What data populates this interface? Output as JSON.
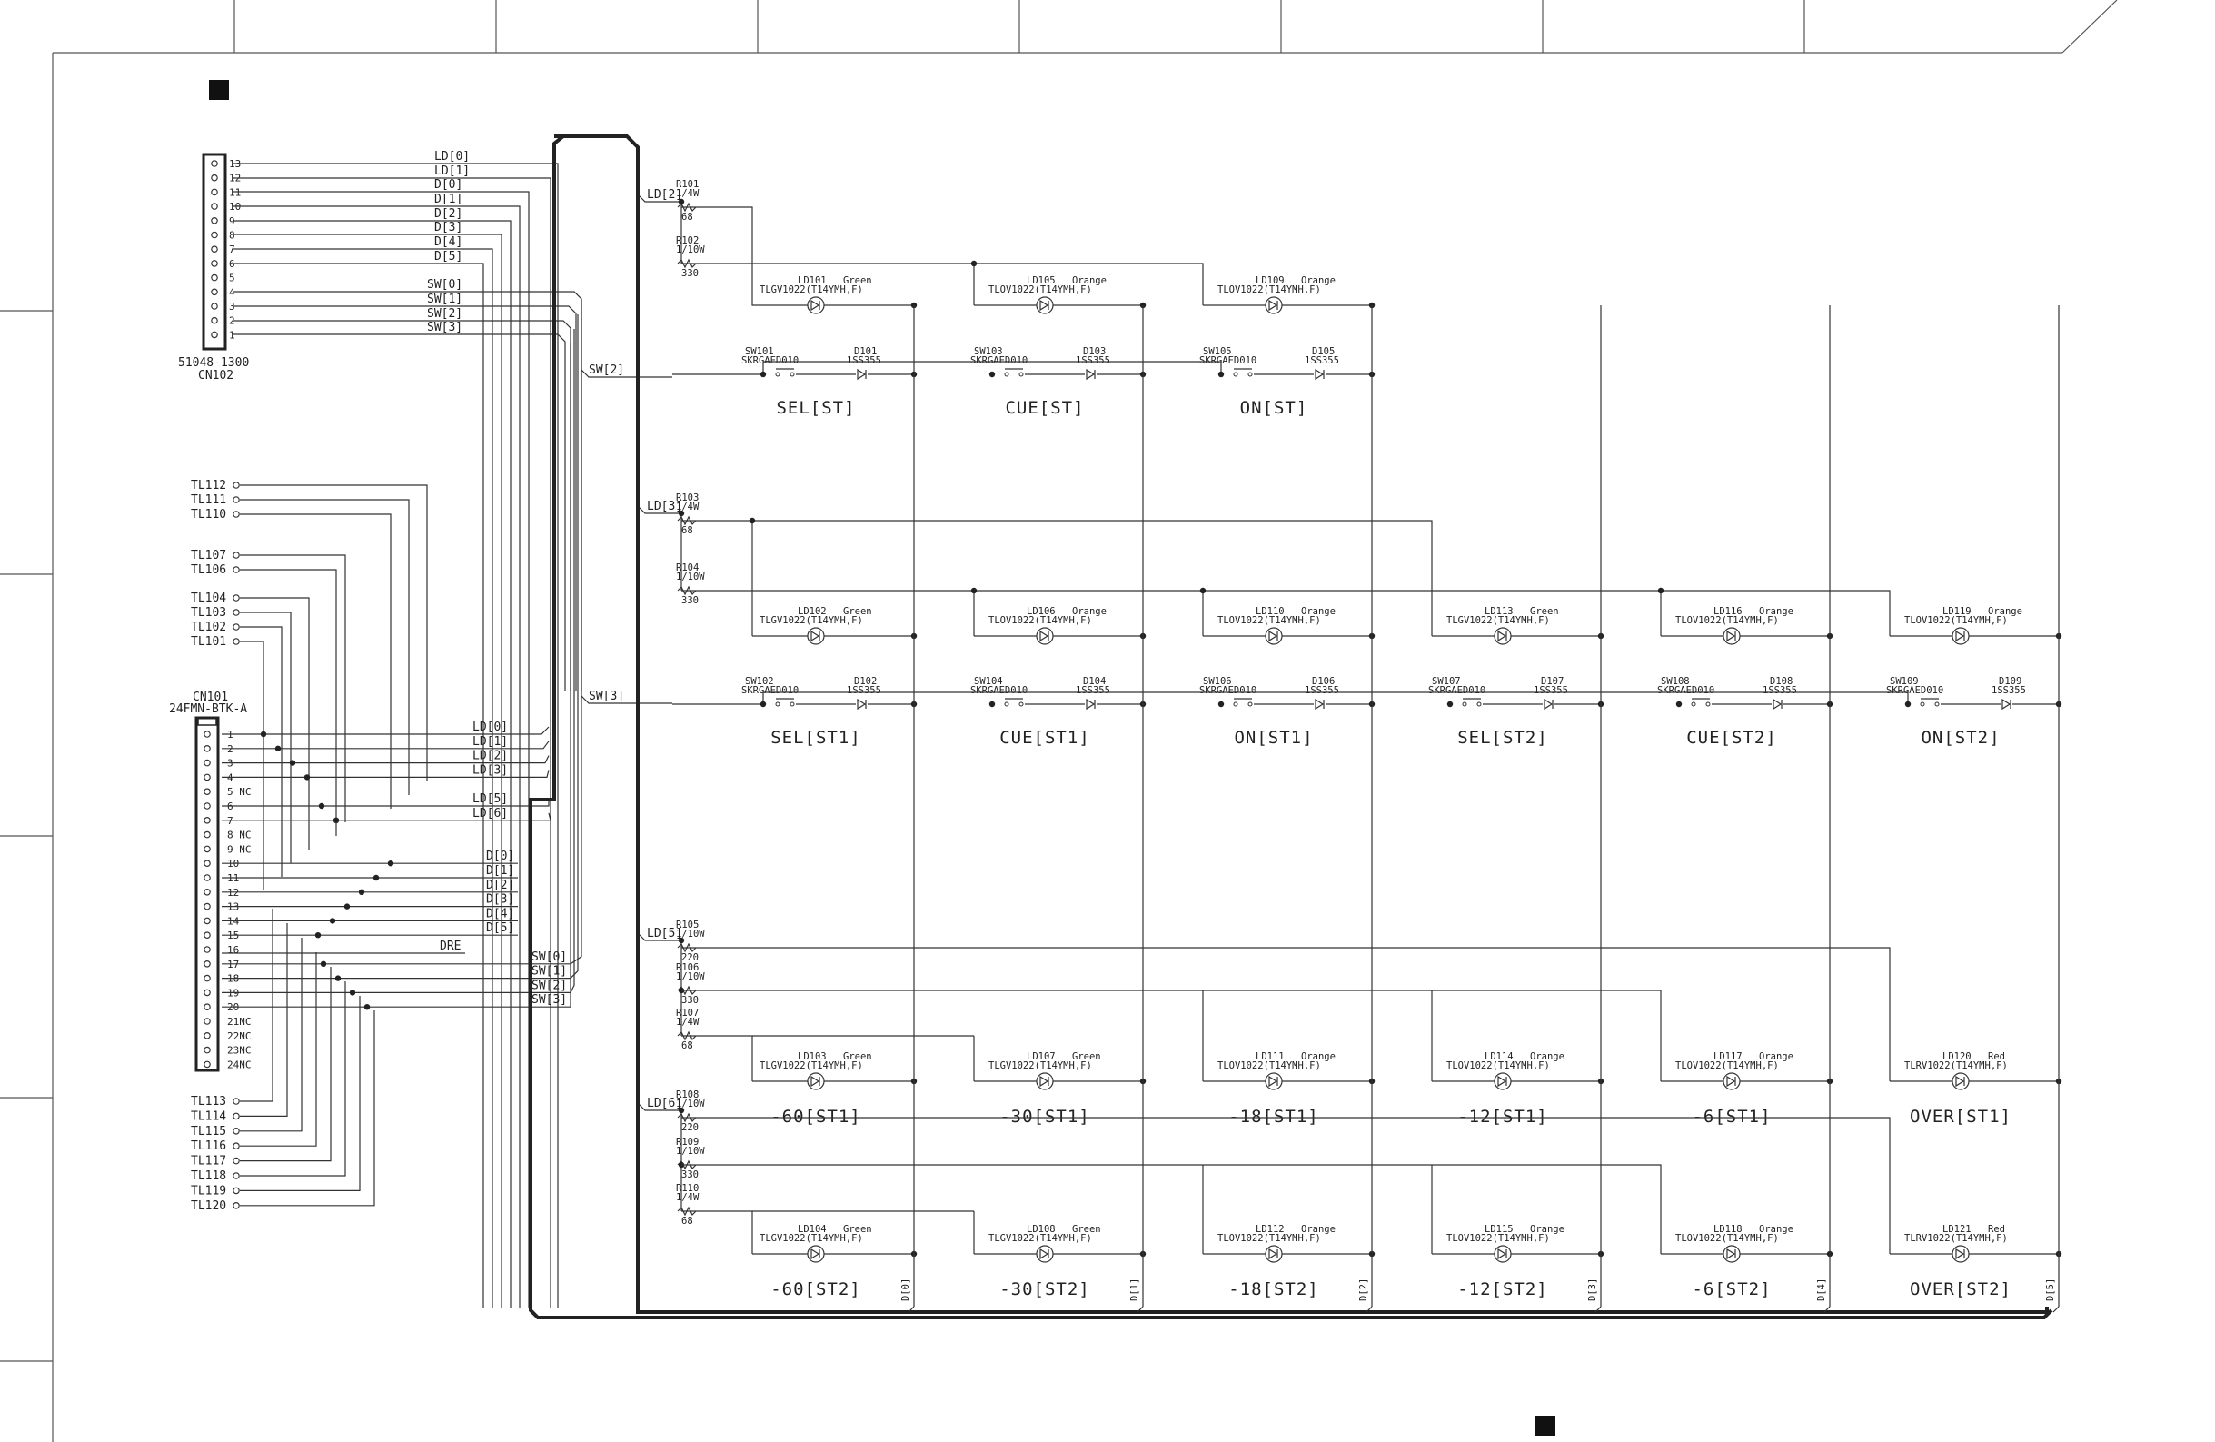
{
  "cn102": {
    "part": "51048-1300",
    "ref": "CN102",
    "pins": [
      "13",
      "12",
      "11",
      "10",
      "9",
      "8",
      "7",
      "6",
      "5",
      "4",
      "3",
      "2",
      "1"
    ],
    "nets": [
      "LD[0]",
      "LD[1]",
      "D[0]",
      "D[1]",
      "D[2]",
      "D[3]",
      "D[4]",
      "D[5]",
      "SW[0]",
      "SW[1]",
      "SW[2]",
      "SW[3]"
    ]
  },
  "cn101": {
    "part": "24FMN-BTK-A",
    "ref": "CN101",
    "pins": [
      "1",
      "2",
      "3",
      "4",
      "5 NC",
      "6",
      "7",
      "8 NC",
      "9 NC",
      "10",
      "11",
      "12",
      "13",
      "14",
      "15",
      "16",
      "17",
      "18",
      "19",
      "20",
      "21NC",
      "22NC",
      "23NC",
      "24NC"
    ],
    "ld_nets": [
      "LD[0]",
      "LD[1]",
      "LD[2]",
      "LD[3]",
      "LD[5]",
      "LD[6]"
    ],
    "d_nets": [
      "D[0]",
      "D[1]",
      "D[2]",
      "D[3]",
      "D[4]",
      "D[5]"
    ],
    "dre": "DRE",
    "sw_nets": [
      "SW[0]",
      "SW[1]",
      "SW[2]",
      "SW[3]"
    ]
  },
  "testpoints": {
    "upper": [
      "TL112",
      "TL111",
      "TL110",
      "TL107",
      "TL106",
      "TL104",
      "TL103",
      "TL102",
      "TL101"
    ],
    "lower": [
      "TL113",
      "TL114",
      "TL115",
      "TL116",
      "TL117",
      "TL118",
      "TL119",
      "TL120"
    ]
  },
  "bus_taps": [
    "LD[2]",
    "SW[2]",
    "LD[3]",
    "SW[3]",
    "LD[5]",
    "LD[6]"
  ],
  "resistors": [
    {
      "ref": "R101",
      "w": "1/4W",
      "v": "68"
    },
    {
      "ref": "R102",
      "w": "1/10W",
      "v": "330"
    },
    {
      "ref": "R103",
      "w": "1/4W",
      "v": "68"
    },
    {
      "ref": "R104",
      "w": "1/10W",
      "v": "330"
    },
    {
      "ref": "R105",
      "w": "1/10W",
      "v": "220"
    },
    {
      "ref": "R106",
      "w": "1/10W",
      "v": "330"
    },
    {
      "ref": "R107",
      "w": "1/4W",
      "v": "68"
    },
    {
      "ref": "R108",
      "w": "1/10W",
      "v": "220"
    },
    {
      "ref": "R109",
      "w": "1/10W",
      "v": "330"
    },
    {
      "ref": "R110",
      "w": "1/4W",
      "v": "68"
    }
  ],
  "row1": {
    "leds": [
      {
        "ref": "LD101",
        "color": "Green",
        "part": "TLGV1022(T14YMH,F)"
      },
      {
        "ref": "LD105",
        "color": "Orange",
        "part": "TLOV1022(T14YMH,F)"
      },
      {
        "ref": "LD109",
        "color": "Orange",
        "part": "TLOV1022(T14YMH,F)"
      }
    ],
    "switches": [
      {
        "sw": "SW101",
        "part": "SKRGAED010",
        "diode": "D101",
        "dpart": "1SS355"
      },
      {
        "sw": "SW103",
        "part": "SKRGAED010",
        "diode": "D103",
        "dpart": "1SS355"
      },
      {
        "sw": "SW105",
        "part": "SKRGAED010",
        "diode": "D105",
        "dpart": "1SS355"
      }
    ],
    "labels": [
      "SEL[ST]",
      "CUE[ST]",
      "ON[ST]"
    ]
  },
  "row2": {
    "leds": [
      {
        "ref": "LD102",
        "color": "Green",
        "part": "TLGV1022(T14YMH,F)"
      },
      {
        "ref": "LD106",
        "color": "Orange",
        "part": "TLOV1022(T14YMH,F)"
      },
      {
        "ref": "LD110",
        "color": "Orange",
        "part": "TLOV1022(T14YMH,F)"
      },
      {
        "ref": "LD113",
        "color": "Green",
        "part": "TLGV1022(T14YMH,F)"
      },
      {
        "ref": "LD116",
        "color": "Orange",
        "part": "TLOV1022(T14YMH,F)"
      },
      {
        "ref": "LD119",
        "color": "Orange",
        "part": "TLOV1022(T14YMH,F)"
      }
    ],
    "switches": [
      {
        "sw": "SW102",
        "part": "SKRGAED010",
        "diode": "D102",
        "dpart": "1SS355"
      },
      {
        "sw": "SW104",
        "part": "SKRGAED010",
        "diode": "D104",
        "dpart": "1SS355"
      },
      {
        "sw": "SW106",
        "part": "SKRGAED010",
        "diode": "D106",
        "dpart": "1SS355"
      },
      {
        "sw": "SW107",
        "part": "SKRGAED010",
        "diode": "D107",
        "dpart": "1SS355"
      },
      {
        "sw": "SW108",
        "part": "SKRGAED010",
        "diode": "D108",
        "dpart": "1SS355"
      },
      {
        "sw": "SW109",
        "part": "SKRGAED010",
        "diode": "D109",
        "dpart": "1SS355"
      }
    ],
    "labels": [
      "SEL[ST1]",
      "CUE[ST1]",
      "ON[ST1]",
      "SEL[ST2]",
      "CUE[ST2]",
      "ON[ST2]"
    ]
  },
  "row3": {
    "leds": [
      {
        "ref": "LD103",
        "color": "Green",
        "part": "TLGV1022(T14YMH,F)"
      },
      {
        "ref": "LD107",
        "color": "Green",
        "part": "TLGV1022(T14YMH,F)"
      },
      {
        "ref": "LD111",
        "color": "Orange",
        "part": "TLOV1022(T14YMH,F)"
      },
      {
        "ref": "LD114",
        "color": "Orange",
        "part": "TLOV1022(T14YMH,F)"
      },
      {
        "ref": "LD117",
        "color": "Orange",
        "part": "TLOV1022(T14YMH,F)"
      },
      {
        "ref": "LD120",
        "color": "Red",
        "part": "TLRV1022(T14YMH,F)"
      }
    ],
    "labels": [
      "-60[ST1]",
      "-30[ST1]",
      "-18[ST1]",
      "-12[ST1]",
      "-6[ST1]",
      "OVER[ST1]"
    ]
  },
  "row4": {
    "leds": [
      {
        "ref": "LD104",
        "color": "Green",
        "part": "TLGV1022(T14YMH,F)"
      },
      {
        "ref": "LD108",
        "color": "Green",
        "part": "TLGV1022(T14YMH,F)"
      },
      {
        "ref": "LD112",
        "color": "Orange",
        "part": "TLOV1022(T14YMH,F)"
      },
      {
        "ref": "LD115",
        "color": "Orange",
        "part": "TLOV1022(T14YMH,F)"
      },
      {
        "ref": "LD118",
        "color": "Orange",
        "part": "TLOV1022(T14YMH,F)"
      },
      {
        "ref": "LD121",
        "color": "Red",
        "part": "TLRV1022(T14YMH,F)"
      }
    ],
    "labels": [
      "-60[ST2]",
      "-30[ST2]",
      "-18[ST2]",
      "-12[ST2]",
      "-6[ST2]",
      "OVER[ST2]"
    ]
  },
  "column_nets": [
    "D[0]",
    "D[1]",
    "D[2]",
    "D[3]",
    "D[4]",
    "D[5]"
  ]
}
